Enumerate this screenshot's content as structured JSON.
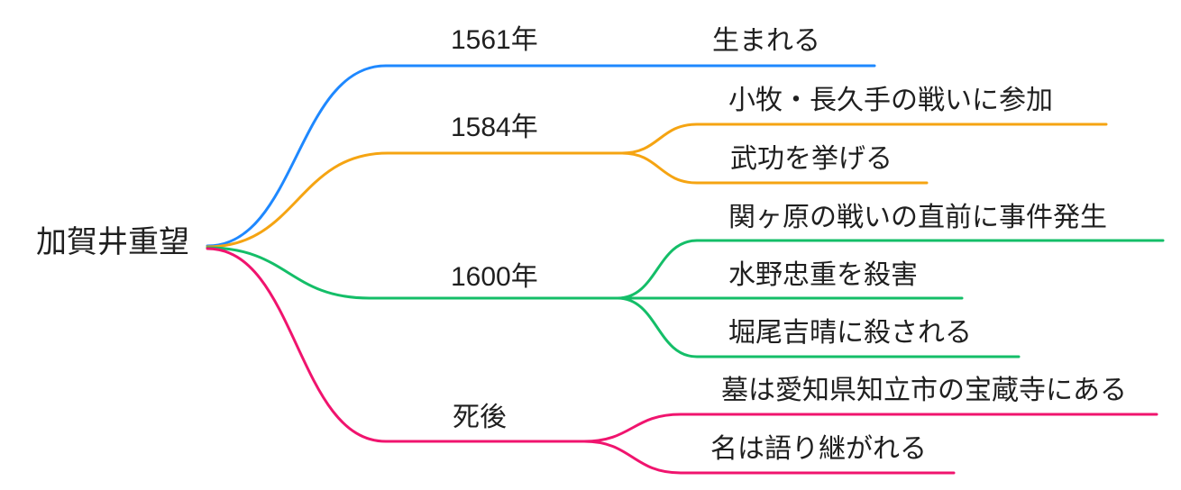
{
  "title": "加賀井重望 mindmap",
  "root": {
    "label": "加賀井重望"
  },
  "branches": [
    {
      "label": "1561年",
      "color": "#1E88FF",
      "children": [
        {
          "label": "生まれる"
        }
      ]
    },
    {
      "label": "1584年",
      "color": "#F5A412",
      "children": [
        {
          "label": "小牧・長久手の戦いに参加"
        },
        {
          "label": "武功を挙げる"
        }
      ]
    },
    {
      "label": "1600年",
      "color": "#14BE68",
      "children": [
        {
          "label": "関ヶ原の戦いの直前に事件発生"
        },
        {
          "label": "水野忠重を殺害"
        },
        {
          "label": "堀尾吉晴に殺される"
        }
      ]
    },
    {
      "label": "死後",
      "color": "#F0146E",
      "children": [
        {
          "label": "墓は愛知県知立市の宝蔵寺にある"
        },
        {
          "label": "名は語り継がれる"
        }
      ]
    }
  ]
}
